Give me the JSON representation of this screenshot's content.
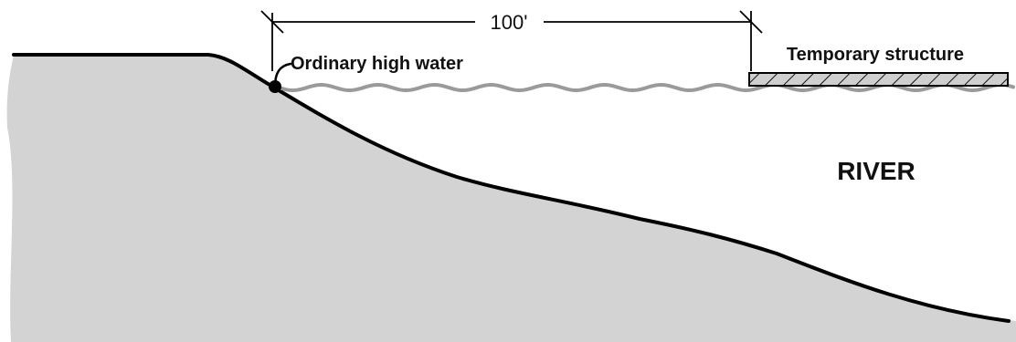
{
  "labels": {
    "dimension": "100'",
    "ordinary_high_water": "Ordinary high water",
    "temporary_structure": "Temporary structure",
    "river": "RIVER"
  },
  "colors": {
    "land_fill": "#d3d3d3",
    "outline": "#000000",
    "water_line": "#9a9a9a",
    "structure_fill": "#cfcfcf"
  },
  "icons": {
    "high_water_marker": "filled-circle-dot",
    "structure_pattern": "diagonal-hatch"
  }
}
